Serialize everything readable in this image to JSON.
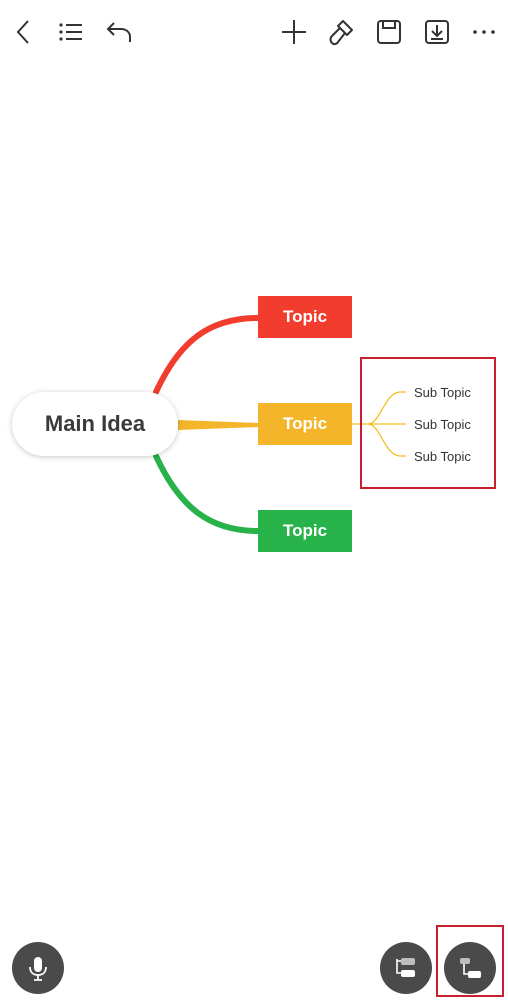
{
  "toolbar": {
    "icons": [
      "back-icon",
      "outline-list-icon",
      "undo-icon",
      "add-icon",
      "format-brush-icon",
      "save-icon",
      "download-icon",
      "more-icon"
    ]
  },
  "mindmap": {
    "main": "Main Idea",
    "topics": [
      {
        "label": "Topic",
        "color": "#f23c2e"
      },
      {
        "label": "Topic",
        "color": "#f5b52a"
      },
      {
        "label": "Topic",
        "color": "#27b24a"
      }
    ],
    "subtopics": [
      "Sub Topic",
      "Sub Topic",
      "Sub Topic"
    ],
    "subtopic_line_color": "#f0c020"
  },
  "bottom": {
    "icons": [
      "microphone-icon",
      "layout-icon",
      "layout-alt-icon"
    ]
  },
  "colors": {
    "selection": "#c8202f",
    "fab": "#4a4a4a"
  }
}
